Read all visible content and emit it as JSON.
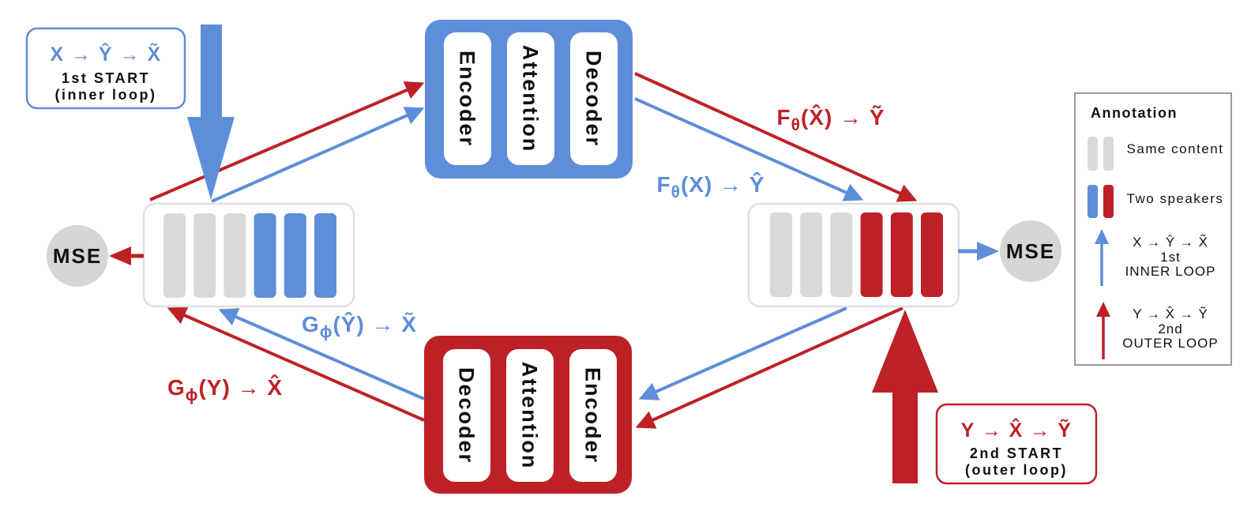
{
  "colors": {
    "blue": "#5e8ed9",
    "red": "#bd2127",
    "gray_bar": "#d9d9d9",
    "mse_fill": "#d6d6d6",
    "stack_border": "#e0e0e0",
    "legend_border": "#9a9a9a",
    "text": "#111111"
  },
  "start_boxes": {
    "inner": {
      "sequence": "X → Ŷ → X̃",
      "title": "1st START",
      "subtitle": "(inner loop)"
    },
    "outer": {
      "sequence": "Y → X̂ → Ỹ",
      "title": "2nd START",
      "subtitle": "(outer loop)"
    }
  },
  "blocks": {
    "top": {
      "modules": [
        "Encoder",
        "Attention",
        "Decoder"
      ]
    },
    "bottom": {
      "modules": [
        "Decoder",
        "Attention",
        "Encoder"
      ]
    }
  },
  "stacks": {
    "left": {
      "bars": [
        "gray",
        "gray",
        "gray",
        "blue",
        "blue",
        "blue"
      ]
    },
    "right": {
      "bars": [
        "gray",
        "gray",
        "gray",
        "red",
        "red",
        "red"
      ]
    }
  },
  "mse_left": "MSE",
  "mse_right": "MSE",
  "edge_labels": {
    "f_outer": {
      "fn": "F",
      "sub": "θ",
      "args": "(X̂) → Ỹ"
    },
    "f_inner": {
      "fn": "F",
      "sub": "θ",
      "args": "(X) → Ŷ"
    },
    "g_inner": {
      "fn": "G",
      "sub": "ϕ",
      "args": "(Ŷ) → X̃"
    },
    "g_outer": {
      "fn": "G",
      "sub": "ϕ",
      "args": "(Y) → X̂"
    }
  },
  "legend": {
    "title": "Annotation",
    "same_content": "Same content",
    "two_speakers": "Two speakers",
    "inner_loop": {
      "lines": [
        "X → Ŷ → X̃",
        "1st",
        "INNER LOOP"
      ]
    },
    "outer_loop": {
      "lines": [
        "Y → X̂ → Ỹ",
        "2nd",
        "OUTER LOOP"
      ]
    }
  }
}
